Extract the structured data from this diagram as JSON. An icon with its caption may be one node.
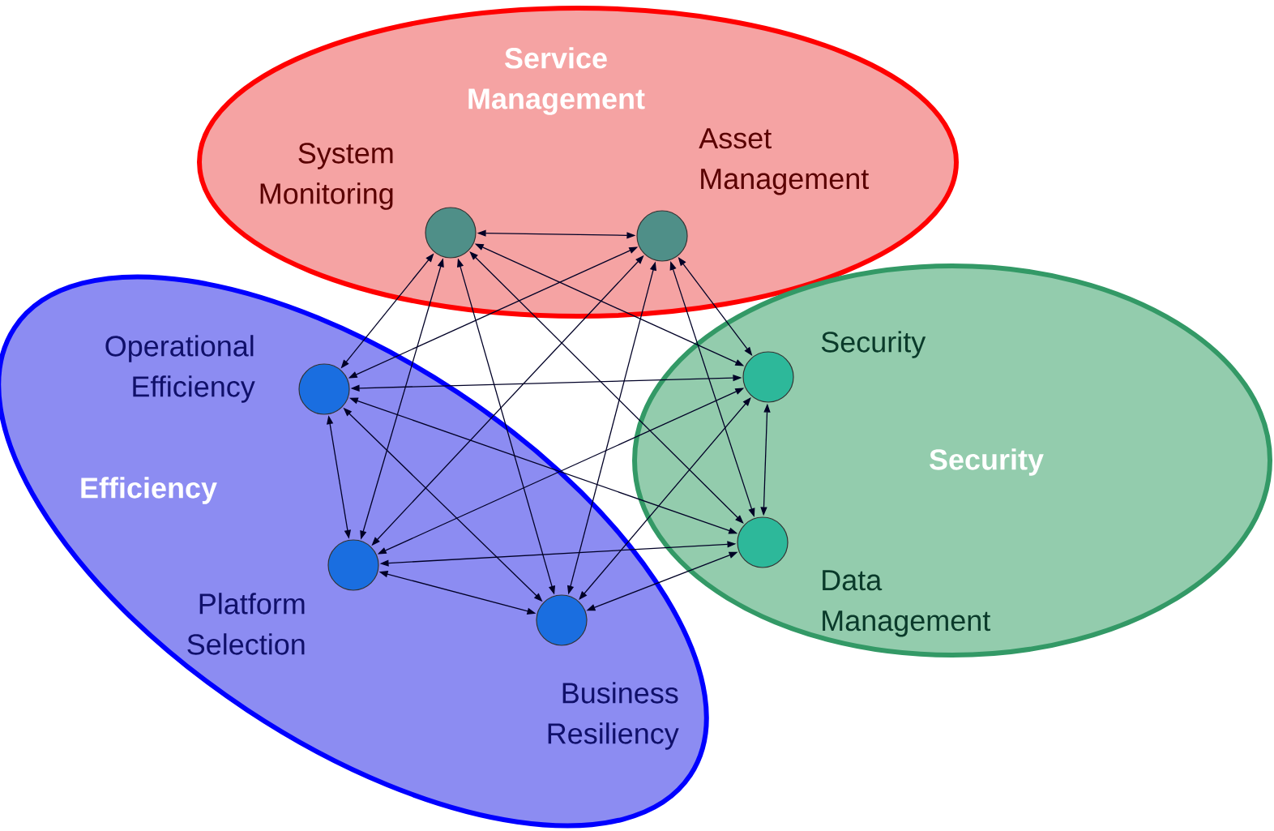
{
  "diagram": {
    "nodes": [
      {
        "text": [
          "Service Management"
        ]
      },
      {
        "text": [
          "System Monitoring"
        ],
        "in": 0
      },
      {
        "text": [
          "Asset Management"
        ],
        "in": 0
      },
      {
        "text": [
          "Efficiency"
        ]
      },
      {
        "text": [
          "Operational Efficiency"
        ],
        "in": 3
      },
      {
        "text": [
          "Platform Selection"
        ],
        "in": 3
      },
      {
        "text": [
          "Business Resiliency"
        ],
        "in": 3
      },
      {
        "text": [
          "Security"
        ]
      },
      {
        "text": [
          "Security"
        ],
        "in": 7
      },
      {
        "text": [
          "Data Management"
        ],
        "in": 7
      }
    ],
    "edges": [
      {
        "from": 1,
        "to": 2,
        "arrow": "both"
      },
      {
        "from": 1,
        "to": 4,
        "arrow": "both"
      },
      {
        "from": 1,
        "to": 5,
        "arrow": "both"
      },
      {
        "from": 1,
        "to": 6,
        "arrow": "both"
      },
      {
        "from": 1,
        "to": 8,
        "arrow": "both"
      },
      {
        "from": 1,
        "to": 9,
        "arrow": "both"
      },
      {
        "from": 2,
        "to": 4,
        "arrow": "both"
      },
      {
        "from": 2,
        "to": 5,
        "arrow": "both"
      },
      {
        "from": 2,
        "to": 6,
        "arrow": "both"
      },
      {
        "from": 2,
        "to": 8,
        "arrow": "both"
      },
      {
        "from": 2,
        "to": 9,
        "arrow": "both"
      },
      {
        "from": 4,
        "to": 5,
        "arrow": "both"
      },
      {
        "from": 4,
        "to": 6,
        "arrow": "both"
      },
      {
        "from": 4,
        "to": 8,
        "arrow": "both"
      },
      {
        "from": 4,
        "to": 9,
        "arrow": "both"
      },
      {
        "from": 5,
        "to": 6,
        "arrow": "both"
      },
      {
        "from": 5,
        "to": 8,
        "arrow": "both"
      },
      {
        "from": 5,
        "to": 9,
        "arrow": "both"
      },
      {
        "from": 6,
        "to": 8,
        "arrow": "both"
      },
      {
        "from": 6,
        "to": 9,
        "arrow": "both"
      },
      {
        "from": 8,
        "to": 9,
        "arrow": "both"
      }
    ]
  }
}
